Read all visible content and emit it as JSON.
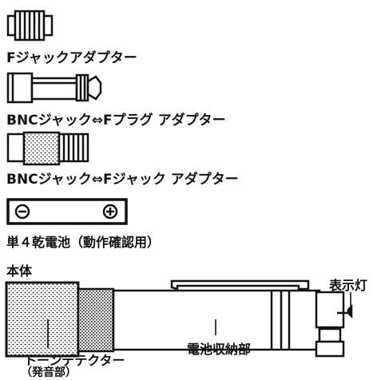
{
  "parts": {
    "f_jack_adapter": "Fジャックアダプター",
    "bnc_jack_f_plug_adapter": "BNCジャック⇔Fプラグ アダプター",
    "bnc_jack_f_jack_adapter": "BNCジャック⇔Fジャック アダプター",
    "battery": "単４乾電池（動作確認用）"
  },
  "main_unit": {
    "title": "本体",
    "indicator_lamp": "表示灯",
    "battery_compartment": "電池収納部",
    "tone_detector": "トーンデテクター",
    "tone_detector_sub": "（発音部）"
  },
  "colors": {
    "ink": "#111111",
    "background": "#ffffff"
  }
}
